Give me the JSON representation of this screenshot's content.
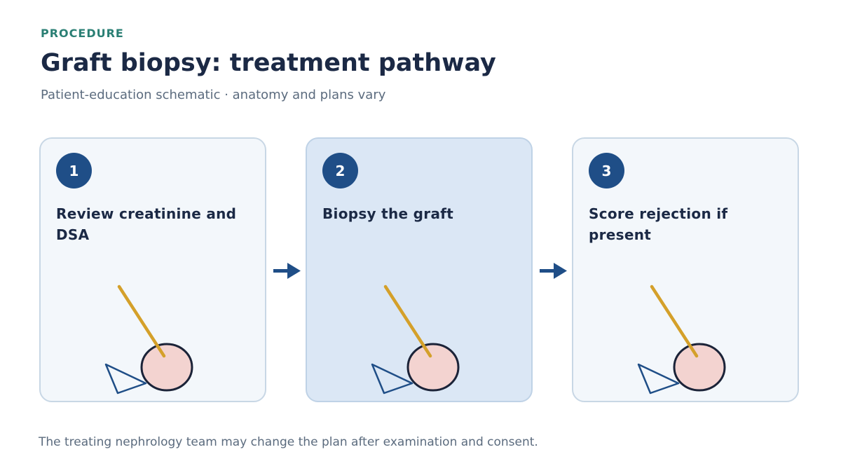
{
  "header": {
    "eyebrow": "PROCEDURE",
    "title": "Graft biopsy: treatment pathway",
    "subtitle": "Patient-education schematic · anatomy and plans vary"
  },
  "steps": [
    {
      "number": "1",
      "label": "Review creatinine and DSA",
      "active": false
    },
    {
      "number": "2",
      "label": "Biopsy the graft",
      "active": true
    },
    {
      "number": "3",
      "label": "Score rejection if present",
      "active": false
    }
  ],
  "footer": {
    "note": "The treating nephrology team may change the plan after examination and consent."
  },
  "colors": {
    "accent": "#1f4e87",
    "eyebrow": "#2a7f74",
    "needle": "#d4a02a",
    "graft_fill": "#f3d3d0",
    "graft_stroke": "#1b2338",
    "probe_stroke": "#1f4e87"
  },
  "icons": {
    "needle": "needle-icon",
    "graft": "kidney-graft-icon",
    "probe": "ultrasound-probe-icon",
    "arrow": "arrow-right-icon"
  }
}
